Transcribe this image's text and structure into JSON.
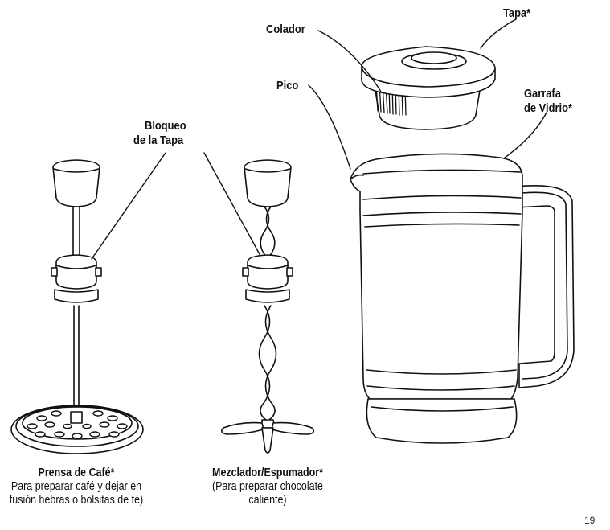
{
  "labels": {
    "colador": "Colador",
    "tapa": "Tapa*",
    "pico": "Pico",
    "garrafa_1": "Garrafa",
    "garrafa_2": "de Vidrio*",
    "bloqueo_1": "Bloqueo",
    "bloqueo_2": "de la Tapa"
  },
  "captions": {
    "prensa": {
      "title": "Prensa de Café*",
      "line1": "Para preparar café y dejar en",
      "line2": "fusión hebras o bolsitas de té)"
    },
    "mezclador": {
      "title": "Mezclador/Espumador*",
      "line1": "(Para preparar chocolate",
      "line2": "caliente)"
    }
  },
  "page_number": "19",
  "colors": {
    "ink": "#111111",
    "background": "#ffffff"
  }
}
